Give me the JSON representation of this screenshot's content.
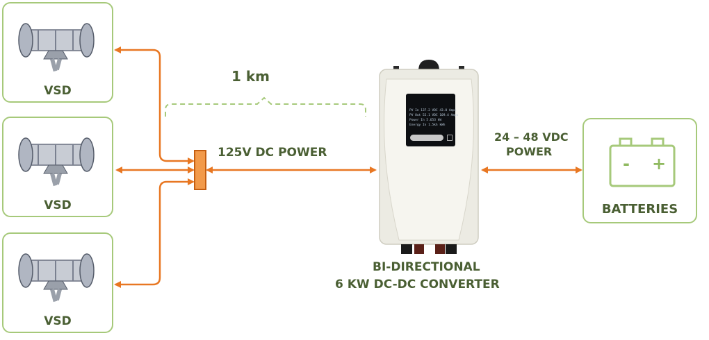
{
  "vsd_units": [
    {
      "label": "VSD"
    },
    {
      "label": "VSD"
    },
    {
      "label": "VSD"
    }
  ],
  "distance_label": "1 km",
  "dc_bus_label": "125V DC POWER",
  "converter": {
    "title_line1": "BI-DIRECTIONAL",
    "title_line2": "6 KW DC-DC CONVERTER",
    "display_lines": [
      "PV In   137.2 VDC   43.0 Amps",
      "PV Out   52.1 VDC  109.4 Amps",
      "Power In   5.653 kW",
      "Energy In   1.5kh  kWh"
    ]
  },
  "battery_power_label_line1": "24 – 48 VDC",
  "battery_power_label_line2": "POWER",
  "batteries": {
    "label": "BATTERIES",
    "minus": "-",
    "plus": "+"
  },
  "colors": {
    "accent_orange": "#e87722",
    "box_green": "#a6c97a",
    "text_green": "#4a5f33"
  }
}
